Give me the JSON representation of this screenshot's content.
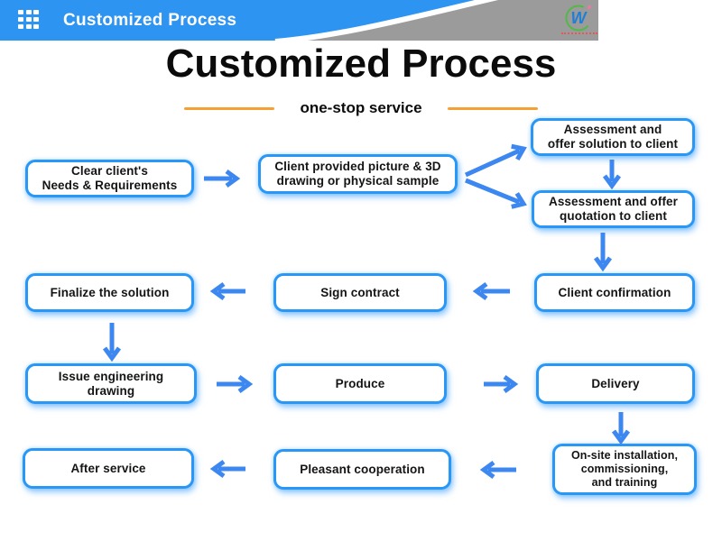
{
  "header": {
    "title": "Customized Process",
    "logo_mark": "W"
  },
  "main": {
    "title": "Customized Process",
    "subtitle": "one-stop service"
  },
  "flow": {
    "steps": [
      {
        "id": "clear-needs",
        "label": "Clear client's\nNeeds & Requirements"
      },
      {
        "id": "client-provided",
        "label": "Client provided picture & 3D\ndrawing or physical sample"
      },
      {
        "id": "assessment-solution",
        "label": "Assessment and\noffer solution to client"
      },
      {
        "id": "assessment-quotation",
        "label": "Assessment and offer\nquotation to client"
      },
      {
        "id": "client-confirmation",
        "label": "Client confirmation"
      },
      {
        "id": "sign-contract",
        "label": "Sign contract"
      },
      {
        "id": "finalize-solution",
        "label": "Finalize the solution"
      },
      {
        "id": "issue-engineering-drawing",
        "label": "Issue engineering\ndrawing"
      },
      {
        "id": "produce",
        "label": "Produce"
      },
      {
        "id": "delivery",
        "label": "Delivery"
      },
      {
        "id": "onsite-installation",
        "label": "On-site installation,\ncommissioning,\nand training"
      },
      {
        "id": "pleasant-cooperation",
        "label": "Pleasant cooperation"
      },
      {
        "id": "after-service",
        "label": "After service"
      }
    ]
  },
  "colors": {
    "header_blue": "#2E94F2",
    "header_gray": "#9B9B9B",
    "box_border": "#2997F5",
    "arrow_blue": "#3D87F0",
    "accent_orange": "#F5A033",
    "logo_green": "#52B848",
    "logo_blue": "#1F7FD4",
    "logo_red": "#E05A5A"
  }
}
